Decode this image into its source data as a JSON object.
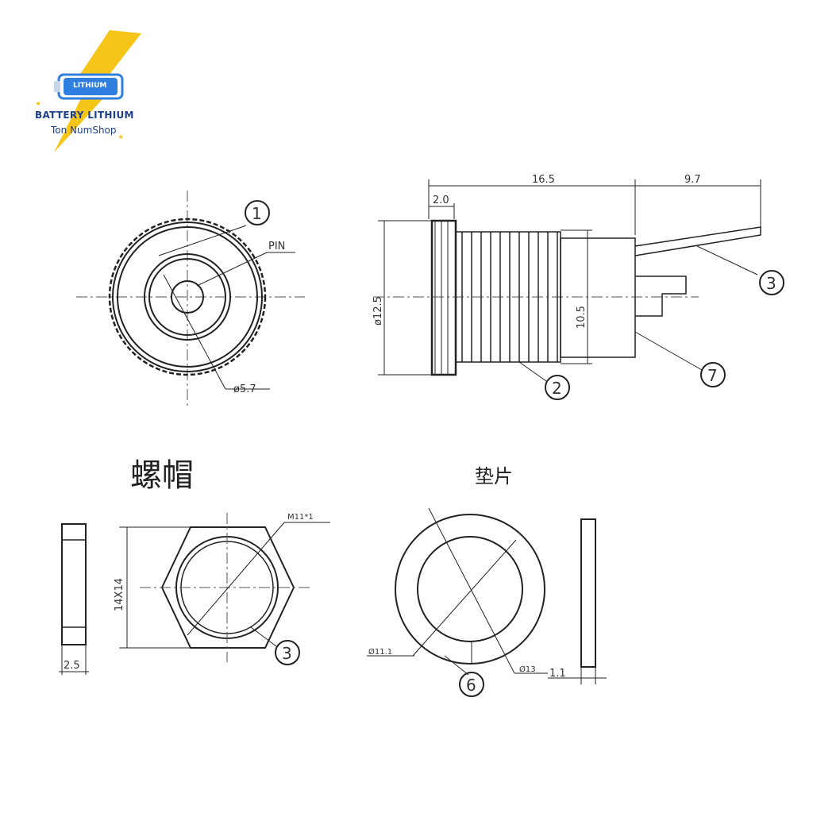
{
  "logo": {
    "badge": "LITHIUM",
    "line1": "BATTERY LITHIUM",
    "line2": "Ton NumShop",
    "colors": {
      "bolt": "#f5c518",
      "text": "#1d3f8c",
      "badge": "#2f7fe0"
    }
  },
  "front_view": {
    "callout": "1",
    "pin_label": "PIN",
    "diameter_label": "ø5.7"
  },
  "side_view": {
    "overall_length": "16.5",
    "lead_length": "9.7",
    "flange_thickness": "2.0",
    "outer_diameter": "ø12.5",
    "thread_diameter": "10.5",
    "callouts": [
      "3",
      "2",
      "7"
    ]
  },
  "nut": {
    "title": "螺帽",
    "thread_label": "M11*1",
    "size_label": "14X14",
    "thickness_label": "2.5",
    "callout": "3"
  },
  "washer": {
    "title": "垫片",
    "inner_label": "Ø11.1",
    "outer_label": "Ø13",
    "thickness_label": "1.1",
    "callout": "6"
  }
}
